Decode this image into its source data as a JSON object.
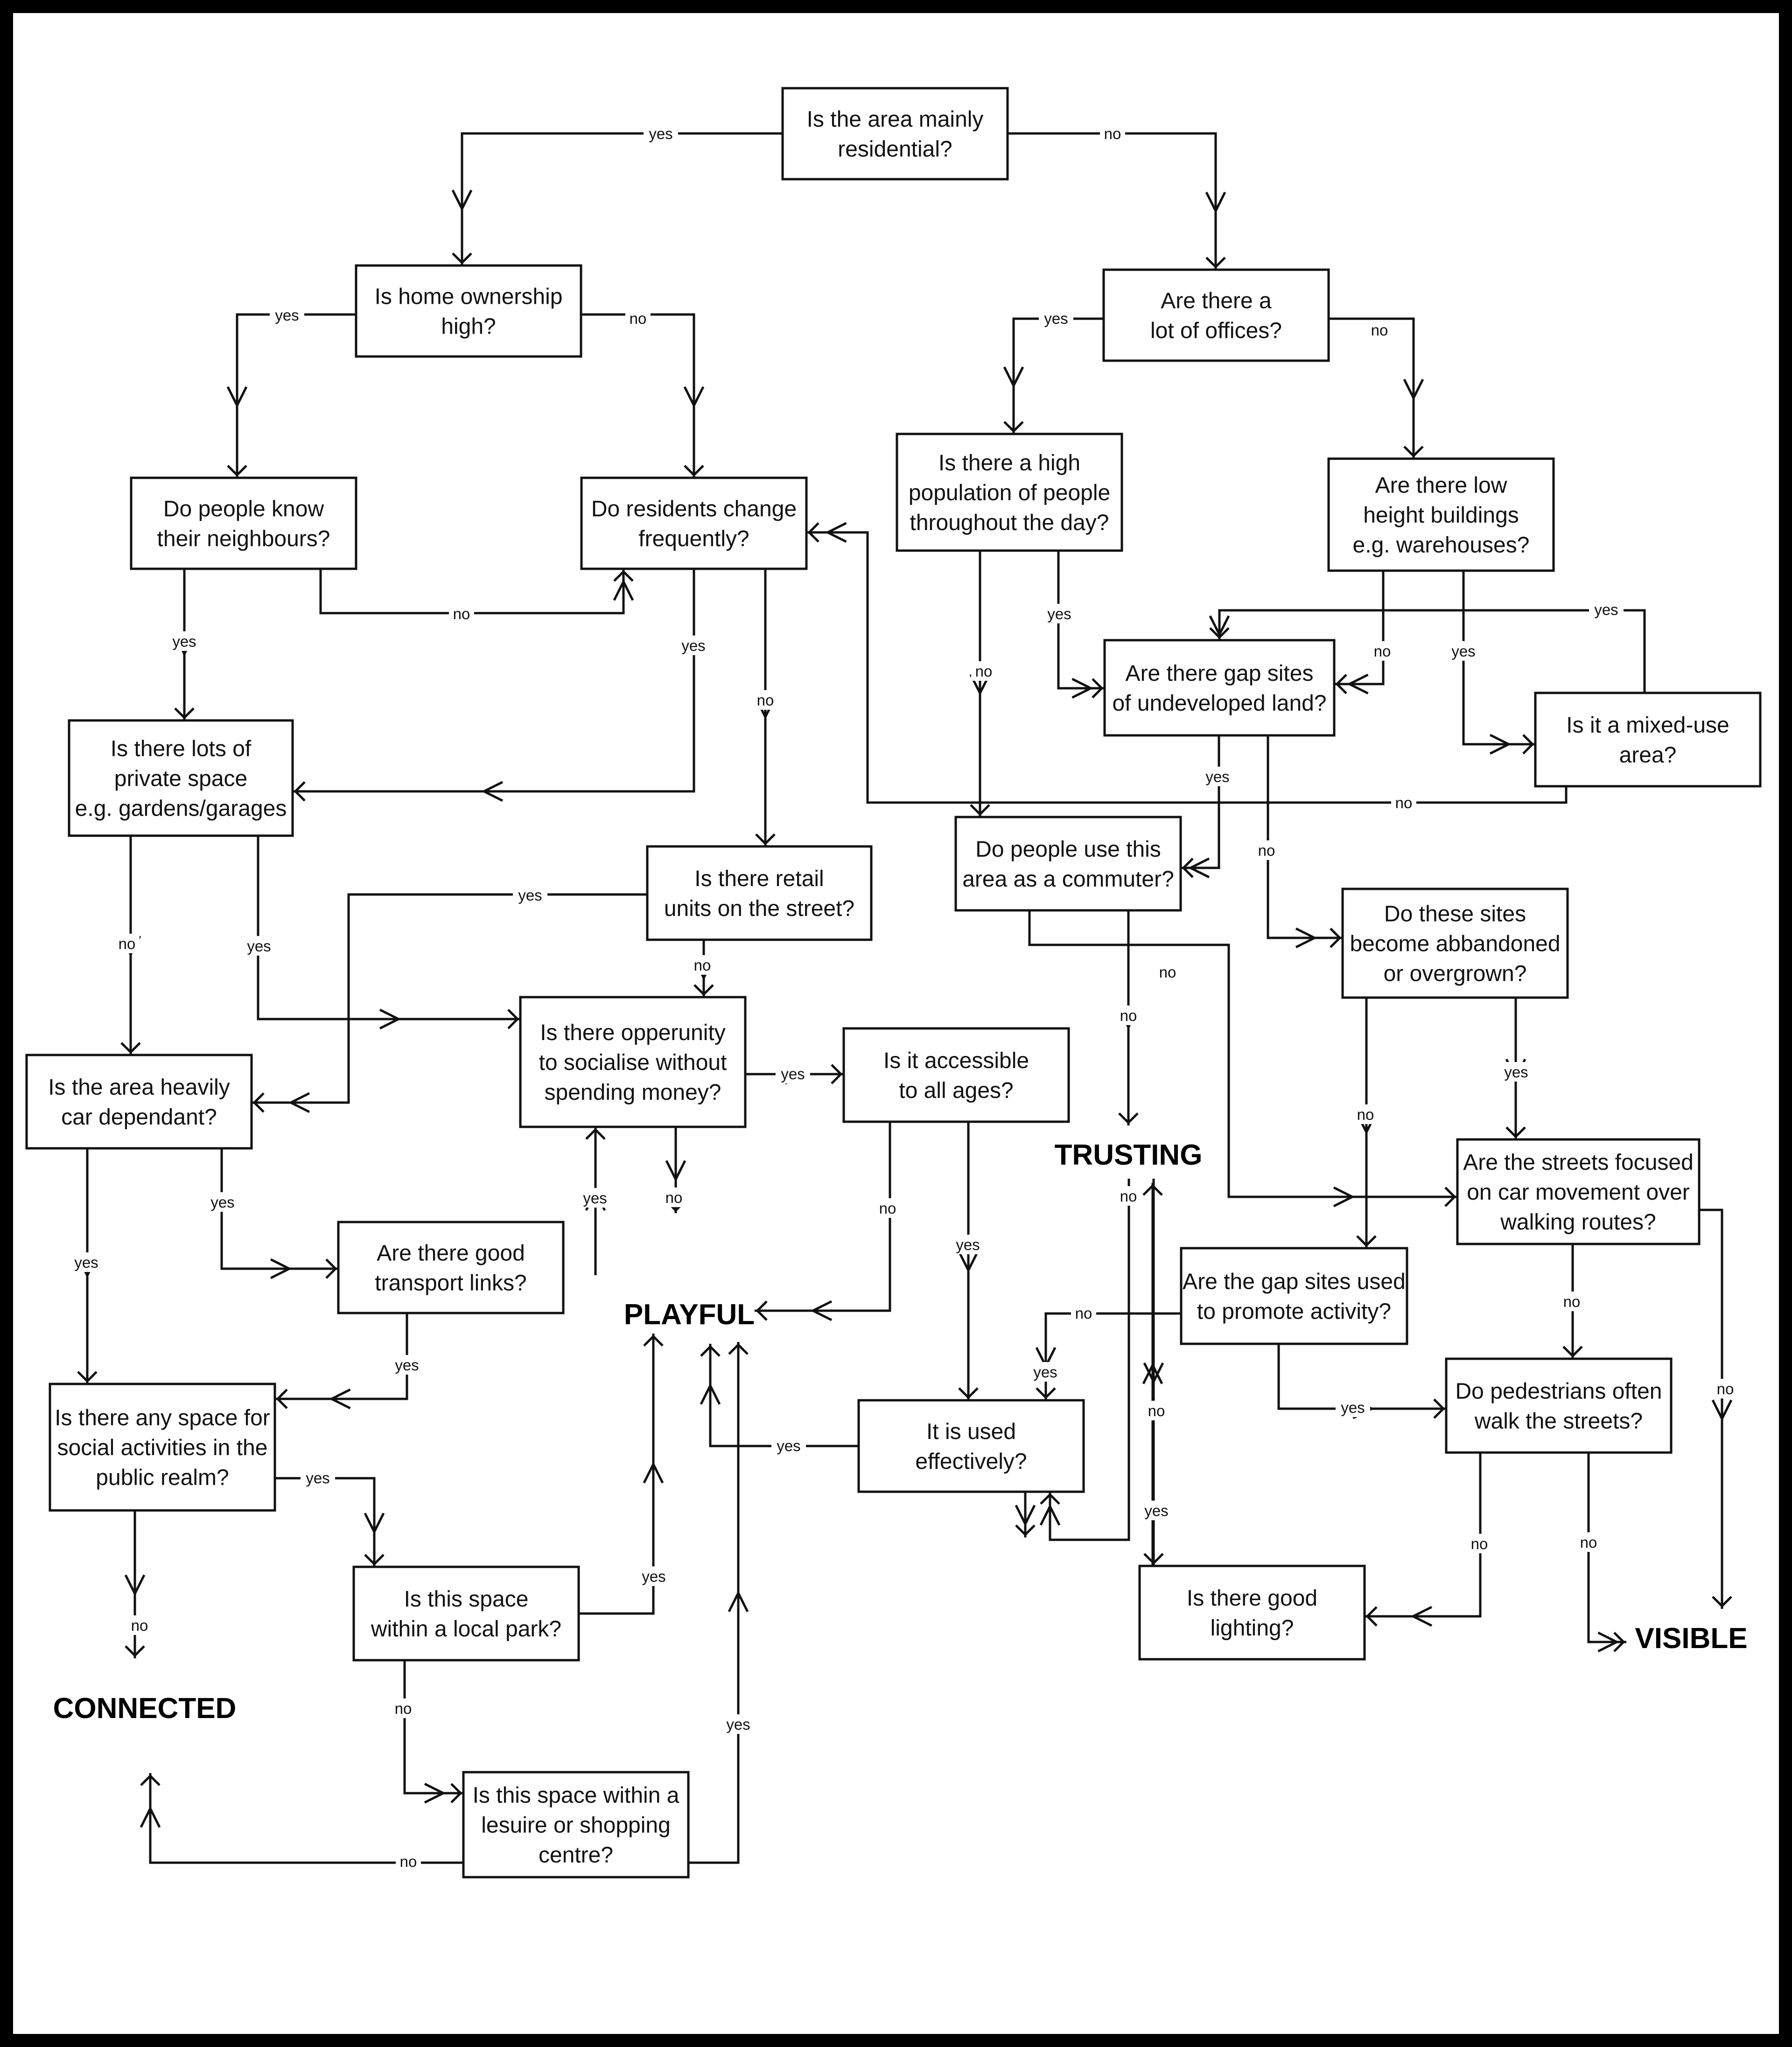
{
  "diagram": {
    "questions": [
      {
        "id": "q-residential",
        "lines": [
          "Is the area mainly",
          "residential?"
        ]
      },
      {
        "id": "q-home-ownership",
        "lines": [
          "Is home ownership",
          "high?"
        ]
      },
      {
        "id": "q-offices",
        "lines": [
          "Are there a",
          "lot of offices?"
        ]
      },
      {
        "id": "q-neighbours",
        "lines": [
          "Do people know",
          "their neighbours?"
        ]
      },
      {
        "id": "q-residents-change",
        "lines": [
          "Do residents change",
          "frequently?"
        ]
      },
      {
        "id": "q-high-population",
        "lines": [
          "Is there a high",
          "population  of people",
          "throughout the day?"
        ]
      },
      {
        "id": "q-low-height",
        "lines": [
          "Are there low",
          "height buildings",
          "e.g. warehouses?"
        ]
      },
      {
        "id": "q-gap-sites",
        "lines": [
          "Are there gap sites",
          "of undeveloped land?"
        ]
      },
      {
        "id": "q-mixed-use",
        "lines": [
          "Is it a mixed-use",
          "area?"
        ]
      },
      {
        "id": "q-private-space",
        "lines": [
          "Is there lots of",
          "private space",
          "e.g. gardens/garages"
        ]
      },
      {
        "id": "q-retail",
        "lines": [
          "Is there retail",
          "units on the street?"
        ]
      },
      {
        "id": "q-commuter",
        "lines": [
          "Do people use this",
          "area as a commuter?"
        ]
      },
      {
        "id": "q-abandoned",
        "lines": [
          "Do these sites",
          "become abbandoned",
          "or overgrown?"
        ]
      },
      {
        "id": "q-car-dependant",
        "lines": [
          "Is the area heavily",
          "car dependant?"
        ]
      },
      {
        "id": "q-socialise",
        "lines": [
          "Is there opperunity",
          "to socialise without",
          "spending money?"
        ]
      },
      {
        "id": "q-accessible",
        "lines": [
          "Is it accessible",
          "to all ages?"
        ]
      },
      {
        "id": "q-streets-car",
        "lines": [
          "Are the streets focused",
          "on car movement over",
          "walking routes?"
        ]
      },
      {
        "id": "q-transport",
        "lines": [
          "Are there good",
          "transport links?"
        ]
      },
      {
        "id": "q-gap-activity",
        "lines": [
          "Are the gap sites used",
          "to  promote activity?"
        ]
      },
      {
        "id": "q-social-space",
        "lines": [
          "Is there any space for",
          "social activities in the",
          "public realm?"
        ]
      },
      {
        "id": "q-used-effectively",
        "lines": [
          "It is used",
          "effectively?"
        ]
      },
      {
        "id": "q-pedestrians",
        "lines": [
          "Do pedestrians often",
          "walk the streets?"
        ]
      },
      {
        "id": "q-local-park",
        "lines": [
          "Is this space",
          "within a local park?"
        ]
      },
      {
        "id": "q-lighting",
        "lines": [
          "Is there good",
          "lighting?"
        ]
      },
      {
        "id": "q-leisure",
        "lines": [
          "Is this space within a",
          "lesuire or shopping",
          "centre?"
        ]
      }
    ],
    "outcomes": [
      {
        "id": "o-trusting",
        "label": "TRUSTING"
      },
      {
        "id": "o-playful",
        "label": "PLAYFUL"
      },
      {
        "id": "o-connected",
        "label": "CONNECTED"
      },
      {
        "id": "o-visible",
        "label": "VISIBLE"
      }
    ],
    "labels": [
      "yes",
      "no",
      "yes",
      "no",
      "yes",
      "no",
      "yes",
      "no",
      "yes",
      "no",
      "no",
      "yes",
      "no",
      "yes",
      "yes",
      "no",
      "yes",
      "no",
      "no",
      "yes",
      "yes",
      "no",
      "yes",
      "no",
      "no",
      "no",
      "yes",
      "no",
      "yes",
      "yes",
      "no",
      "no",
      "yes",
      "yes",
      "yes",
      "no",
      "no",
      "yes",
      "no",
      "yes",
      "yes",
      "no",
      "yes",
      "no",
      "no",
      "yes",
      "no",
      "no",
      "yes",
      "yes",
      "no",
      "yes"
    ]
  }
}
